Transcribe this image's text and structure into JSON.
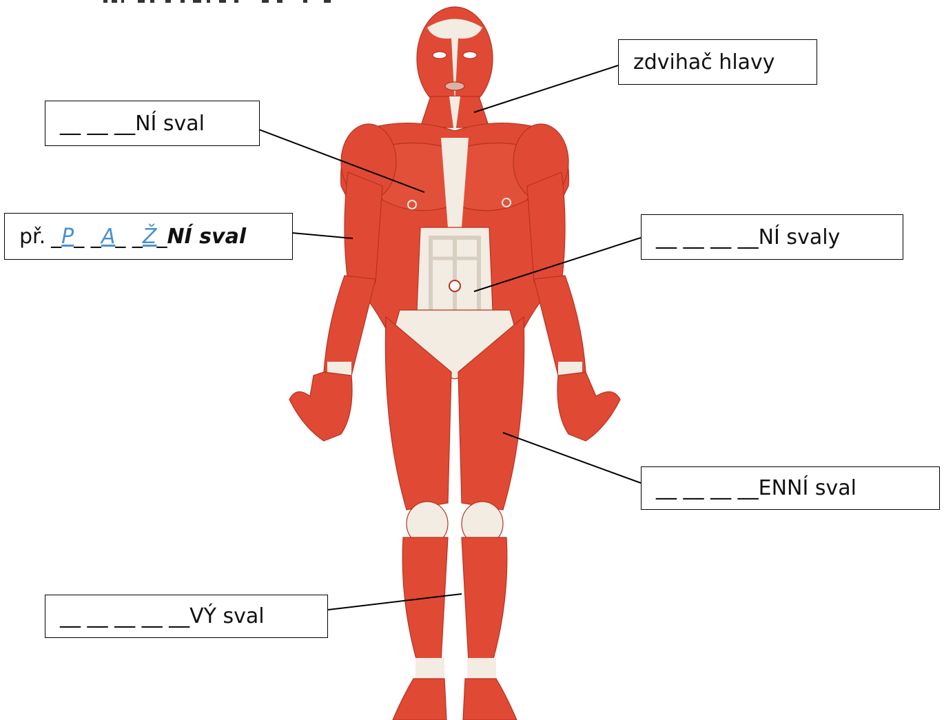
{
  "labels": {
    "head_lifter": "zdvihač hlavy",
    "chest": "__ __ __NÍ sval",
    "abdomen": "__ __ __ __NÍ svaly",
    "thigh": "__ __ __ __ENNÍ sval",
    "calf": "__ __ __ __ __VÝ sval",
    "example": {
      "prefix": "př.",
      "parts": [
        "_",
        "P",
        "_ _",
        "A",
        "_ _",
        "Ž",
        "_",
        "NÍ sval"
      ]
    }
  },
  "colors": {
    "muscle": "#e04a34",
    "muscle_dark": "#b8301f",
    "tendon": "#f3ece3",
    "example_letter": "#4a90d0"
  }
}
